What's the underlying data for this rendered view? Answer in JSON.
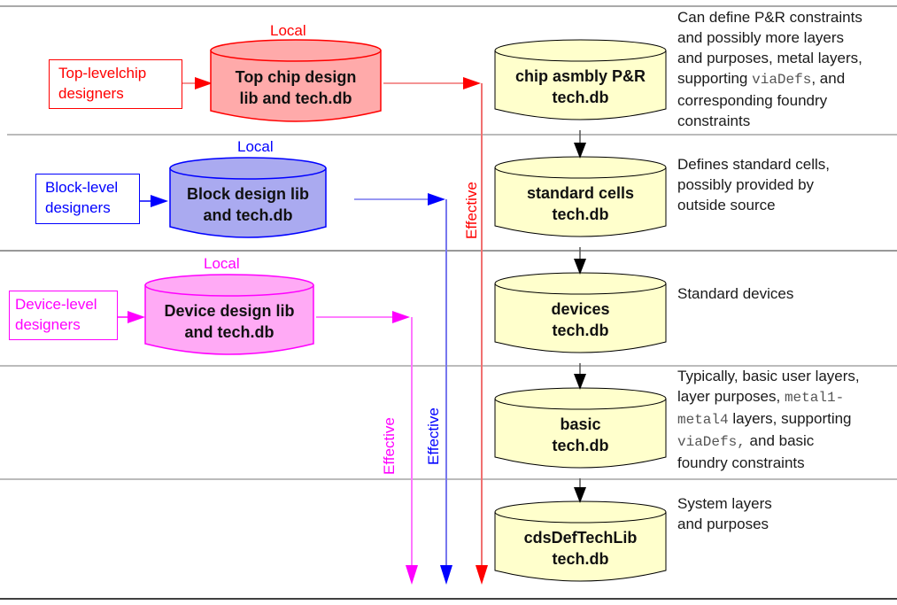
{
  "colors": {
    "top": "#ff0000",
    "top_fill": "#ffaaaa",
    "block": "#0000ff",
    "block_fill": "#aaaaf0",
    "device": "#ff00ff",
    "device_fill": "#ffaaf5",
    "stack_fill": "#ffffcc",
    "divider": "#777777"
  },
  "local_label": "Local",
  "effective_label": "Effective",
  "designers": [
    {
      "id": "top",
      "label_line1": "Top-levelchip",
      "label_line2": "designers",
      "lib_line1": "Top chip design",
      "lib_line2": "lib and tech.db"
    },
    {
      "id": "block",
      "label_line1": "Block-level",
      "label_line2": "designers",
      "lib_line1": "Block design lib",
      "lib_line2": "and tech.db"
    },
    {
      "id": "device",
      "label_line1": "Device-level",
      "label_line2": "designers",
      "lib_line1": "Device design lib",
      "lib_line2": "and tech.db"
    }
  ],
  "stack": [
    {
      "line1": "chip asmbly P&R",
      "line2": "tech.db"
    },
    {
      "line1": "standard cells",
      "line2": "tech.db"
    },
    {
      "line1": "devices",
      "line2": "tech.db"
    },
    {
      "line1": "basic",
      "line2": "tech.db"
    },
    {
      "line1": "cdsDefTechLib",
      "line2": "tech.db"
    }
  ],
  "notes": [
    {
      "lines": [
        [
          {
            "t": "Can define P&R constraints"
          }
        ],
        [
          {
            "t": "and possibly more layers"
          }
        ],
        [
          {
            "t": "and purposes, metal layers,"
          }
        ],
        [
          {
            "t": "supporting "
          },
          {
            "t": "viaDefs",
            "code": true
          },
          {
            "t": ", and"
          }
        ],
        [
          {
            "t": "corresponding foundry"
          }
        ],
        [
          {
            "t": "constraints"
          }
        ]
      ]
    },
    {
      "lines": [
        [
          {
            "t": "Defines standard cells,"
          }
        ],
        [
          {
            "t": "possibly provided by"
          }
        ],
        [
          {
            "t": "outside source"
          }
        ]
      ]
    },
    {
      "lines": [
        [
          {
            "t": "Standard devices"
          }
        ]
      ]
    },
    {
      "lines": [
        [
          {
            "t": "Typically, basic user layers,"
          }
        ],
        [
          {
            "t": "layer purposes, "
          },
          {
            "t": "metal1-",
            "code": true
          }
        ],
        [
          {
            "t": "metal4",
            "code": true
          },
          {
            "t": " layers, supporting"
          }
        ],
        [
          {
            "t": "viaDefs,",
            "code": true
          },
          {
            "t": " and basic"
          }
        ],
        [
          {
            "t": "foundry constraints"
          }
        ]
      ]
    },
    {
      "lines": [
        [
          {
            "t": "System layers"
          }
        ],
        [
          {
            "t": "and purposes"
          }
        ]
      ]
    }
  ]
}
